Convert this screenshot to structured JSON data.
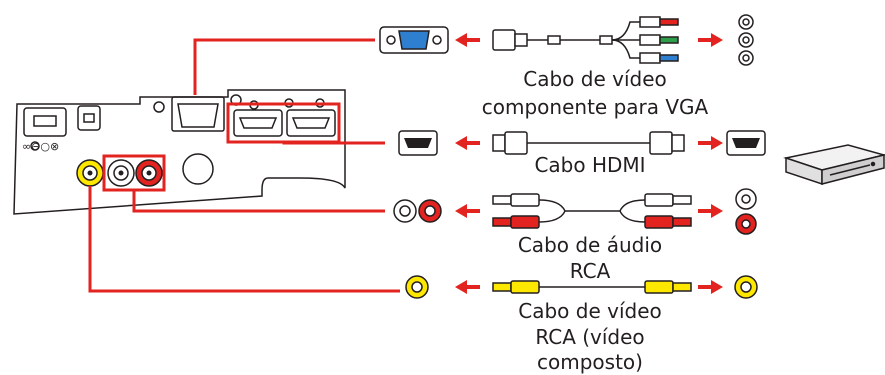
{
  "colors": {
    "line": "#e3231f",
    "outline": "#231f20",
    "yellow": "#ffe800",
    "red": "#e3231f",
    "white": "#ffffff",
    "vga_blue": "#2f7fd1"
  },
  "captions": {
    "component_vga": [
      "Cabo de vídeo",
      "componente para VGA"
    ],
    "hdmi": [
      "Cabo HDMI"
    ],
    "rca_audio": [
      "Cabo de áudio",
      "RCA"
    ],
    "rca_video": [
      "Cabo de vídeo",
      "RCA (vídeo",
      "composto)"
    ]
  },
  "icons": [
    "projector-rear-panel",
    "vga-port",
    "hdmi-port",
    "rca-audio-ports",
    "rca-video-port",
    "component-video-cable",
    "hdmi-cable",
    "rca-audio-cable",
    "rca-video-cable",
    "arrow-icon",
    "video-player-device"
  ]
}
